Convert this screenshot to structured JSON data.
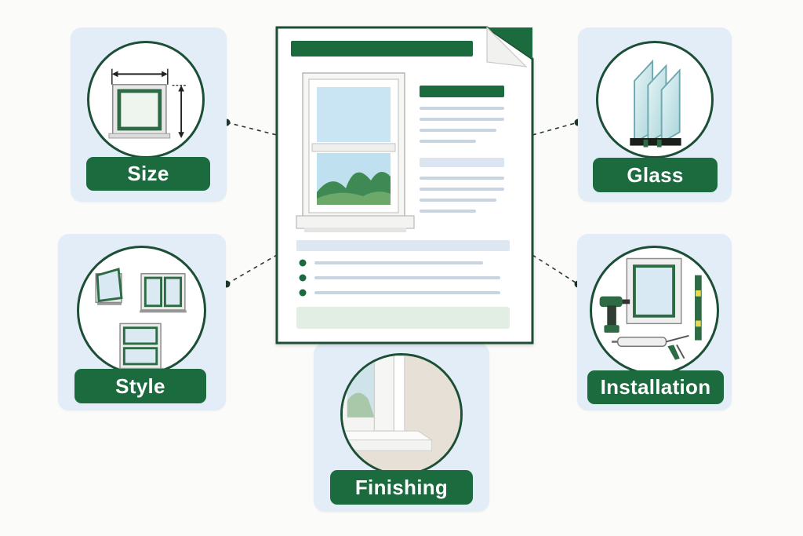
{
  "categories": {
    "size": {
      "label": "Size",
      "icon": "window-dimensions-icon"
    },
    "glass": {
      "label": "Glass",
      "icon": "glass-panes-icon"
    },
    "style": {
      "label": "Style",
      "icon": "window-styles-icon"
    },
    "installation": {
      "label": "Installation",
      "icon": "installation-tools-icon"
    },
    "finishing": {
      "label": "Finishing",
      "icon": "window-trim-icon"
    }
  },
  "document": {
    "icon": "window-spec-document-icon"
  },
  "colors": {
    "accent": "#1b6b3f",
    "card": "#e3edf7",
    "outline": "#1c4f35"
  }
}
